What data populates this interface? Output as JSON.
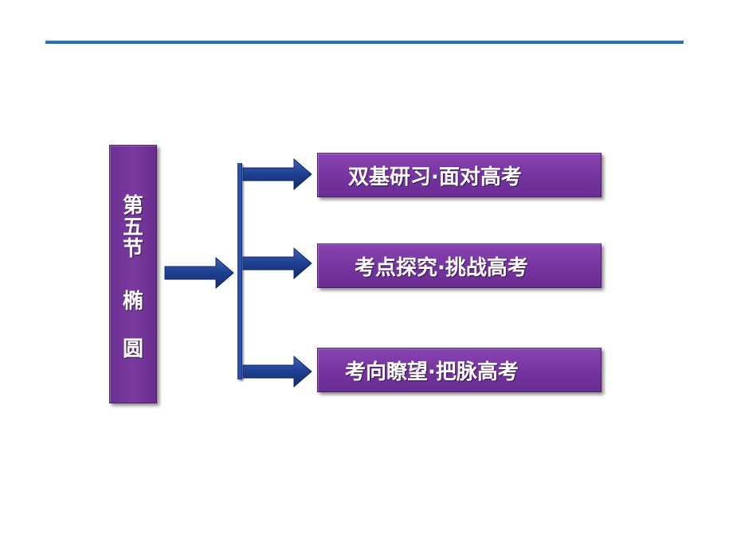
{
  "section_title": {
    "lines": [
      "第",
      "五",
      "节",
      "椭",
      "圆"
    ]
  },
  "items": [
    {
      "label": "双基研习·面对高考"
    },
    {
      "label": "考点探究·挑战高考"
    },
    {
      "label": "考向瞭望·把脉高考"
    }
  ],
  "colors": {
    "box_purple": "#7a3aa0",
    "arrow_navy": "#1e3f8f",
    "rule_blue": "#1f6fc6"
  },
  "icons": [
    "arrow-right-icon"
  ]
}
